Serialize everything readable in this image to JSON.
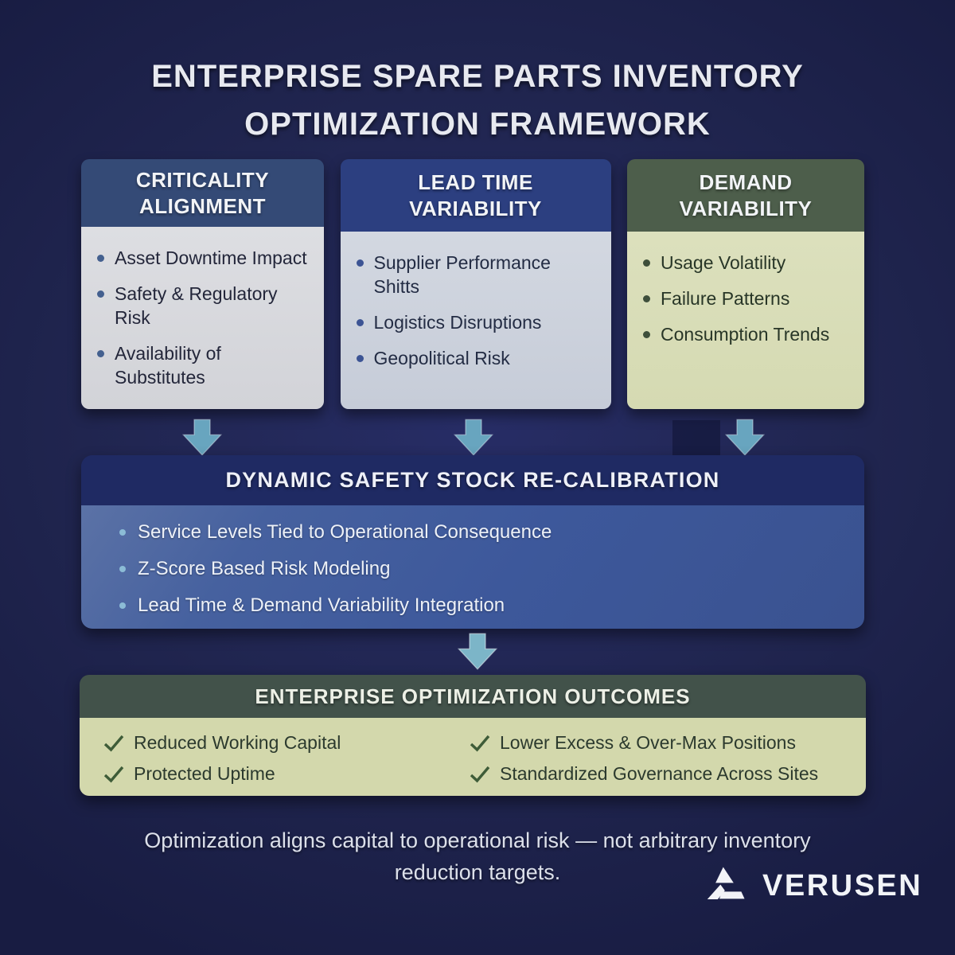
{
  "title": {
    "line1": "ENTERPRISE SPARE PARTS INVENTORY",
    "line2": "OPTIMIZATION FRAMEWORK"
  },
  "cards": [
    {
      "title_line1": "CRITICALITY",
      "title_line2": "ALIGNMENT",
      "items": [
        "Asset Downtime Impact",
        "Safety & Regulatory Risk",
        "Availability of Substitutes"
      ]
    },
    {
      "title_line1": "LEAD TIME",
      "title_line2": "VARIABILITY",
      "items": [
        "Supplier Performance Shitts",
        "Logistics Disruptions",
        "Geopolitical Risk"
      ]
    },
    {
      "title_line1": "DEMAND",
      "title_line2": "VARIABILITY",
      "items": [
        "Usage Volatility",
        "Failure Patterns",
        "Consumption Trends"
      ]
    }
  ],
  "recalibration": {
    "title": "DYNAMIC SAFETY STOCK RE-CALIBRATION",
    "items": [
      "Service Levels Tied to Operational Consequence",
      "Z-Score Based Risk Modeling",
      "Lead Time & Demand Variability Integration"
    ]
  },
  "outcomes": {
    "title": "ENTERPRISE OPTIMIZATION OUTCOMES",
    "left": [
      "Reduced Working Capital",
      "Protected Uptime"
    ],
    "right": [
      "Lower Excess & Over-Max Positions",
      "Standardized Governance Across Sites"
    ]
  },
  "footer": {
    "text": "Optimization aligns capital to operational risk — not arbitrary inventory reduction targets."
  },
  "brand": {
    "name": "VERUSEN"
  },
  "icons": {
    "down_arrow": "down-arrow-icon",
    "checkmark": "checkmark-icon",
    "logo_mark": "verusen-logo-mark"
  },
  "colors": {
    "background": "#20254f",
    "criticality_header": "#344a76",
    "lead_time_header": "#2c3f80",
    "demand_header": "#4d5e4b",
    "card_body_gray": "#d6d7db",
    "card_body_blue_gray": "#cccfd9",
    "card_body_green": "#d8dcb5",
    "arrow_teal": "#68a5bf",
    "recalibration_header": "#1f2a63",
    "recalibration_body": "#3d5a9c",
    "outcomes_header": "#42524a",
    "outcomes_body": "#d3d8ac",
    "checkmark_green": "#3e5c38",
    "title_text": "#e7e9f0"
  }
}
